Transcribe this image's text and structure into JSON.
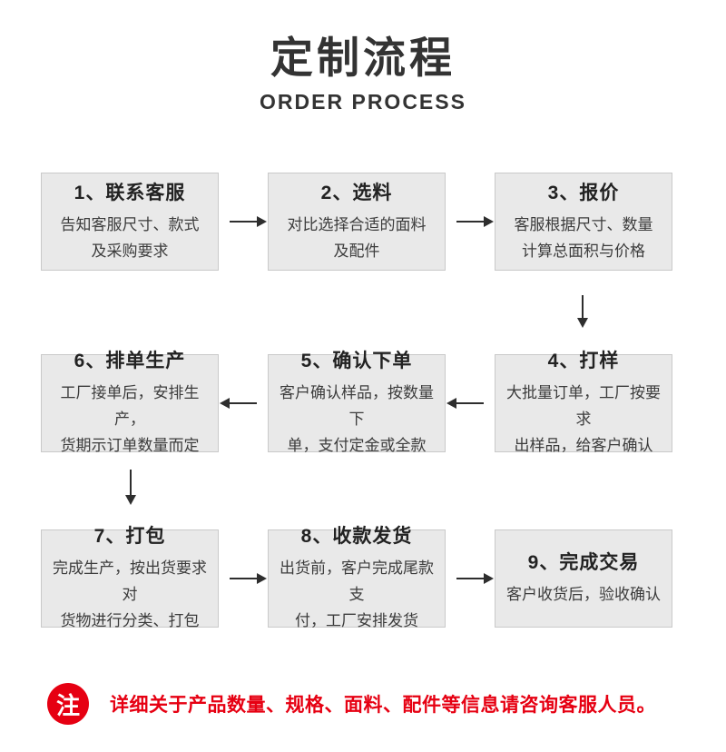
{
  "header": {
    "title": "定制流程",
    "subtitle": "ORDER PROCESS"
  },
  "flow": {
    "steps": [
      {
        "title": "1、联系客服",
        "desc": [
          "告知客服尺寸、款式",
          "及采购要求"
        ]
      },
      {
        "title": "2、选料",
        "desc": [
          "对比选择合适的面料",
          "及配件"
        ]
      },
      {
        "title": "3、报价",
        "desc": [
          "客服根据尺寸、数量",
          "计算总面积与价格"
        ]
      },
      {
        "title": "4、打样",
        "desc": [
          "大批量订单，工厂按要求",
          "出样品，给客户确认"
        ]
      },
      {
        "title": "5、确认下单",
        "desc": [
          "客户确认样品，按数量下",
          "单，支付定金或全款"
        ]
      },
      {
        "title": "6、排单生产",
        "desc": [
          "工厂接单后，安排生产，",
          "货期示订单数量而定"
        ]
      },
      {
        "title": "7、打包",
        "desc": [
          "完成生产，按出货要求对",
          "货物进行分类、打包"
        ]
      },
      {
        "title": "8、收款发货",
        "desc": [
          "出货前，客户完成尾款支",
          "付，工厂安排发货"
        ]
      },
      {
        "title": "9、完成交易",
        "desc": [
          "客户收货后，验收确认"
        ]
      }
    ]
  },
  "note": {
    "badge": "注",
    "text": "详细关于产品数量、规格、面料、配件等信息请咨询客服人员。"
  },
  "colors": {
    "box_bg": "#e9e9e9",
    "box_border": "#c9c9c9",
    "arrow": "#2e2e2e",
    "note_red": "#e60012",
    "text_dark": "#333333"
  }
}
